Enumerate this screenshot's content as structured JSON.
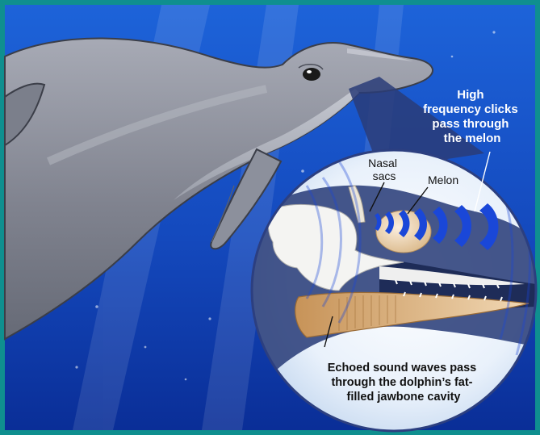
{
  "labels": {
    "clicks": [
      "High",
      "frequency clicks",
      "pass through",
      "the melon"
    ],
    "nasal_sacs": [
      "Nasal",
      "sacs"
    ],
    "melon": "Melon",
    "jawbone": [
      "Echoed sound waves pass",
      "through the dolphin’s fat-",
      "filled jawbone cavity"
    ]
  },
  "colors": {
    "frame": "#0f8f8f",
    "ocean_top": "#1c5fd6",
    "ocean_bottom": "#0a2f9c",
    "dolphin": "#8a8e9b",
    "wave": "#1a47d8"
  }
}
